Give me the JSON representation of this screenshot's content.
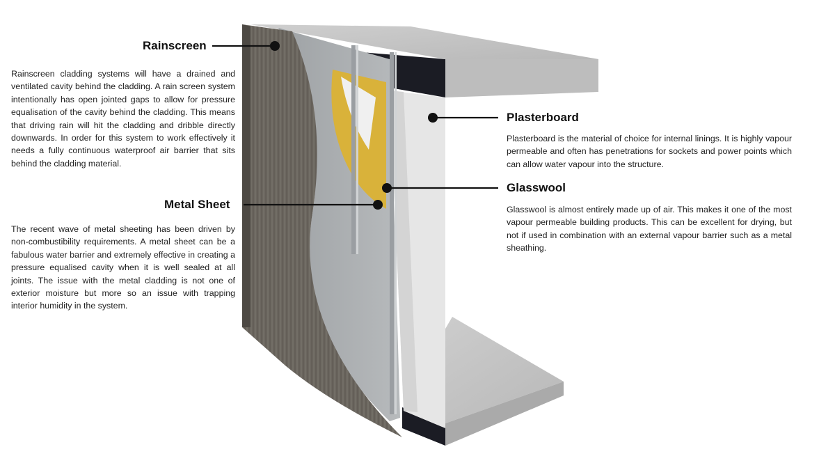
{
  "callouts": {
    "rainscreen": {
      "title": "Rainscreen",
      "body": "Rainscreen cladding systems will have a drained and ventilated cavity behind the cladding. A rain screen system intentionally has open jointed gaps to allow for pressure equalisation of the cavity behind the cladding. This means that driving rain will hit the cladding and dribble directly downwards. In order for this system to work effectively it needs a fully continuous waterproof air barrier that sits behind the cladding material."
    },
    "metal_sheet": {
      "title": "Metal Sheet",
      "body": "The recent wave of metal sheeting has been driven by non-combustibility requirements. A metal sheet can be a fabulous water barrier and extremely effective in creating a pressure equalised cavity when it is well sealed at all joints. The issue with the metal cladding is not one of exterior moisture but more so an issue with trapping interior humidity in the system."
    },
    "plasterboard": {
      "title": "Plasterboard",
      "body": "Plasterboard is the material of choice for internal linings. It is highly vapour permeable and often has penetrations for sockets and power points which can allow water vapour into the structure."
    },
    "glasswool": {
      "title": "Glasswool",
      "body": "Glasswool is almost entirely made up of air. This makes it one of the most vapour permeable building products. This can be excellent for drying, but not if used in combination with an external vapour barrier such as a metal sheathing."
    }
  },
  "colors": {
    "cladding": "#6b665f",
    "metal_sheet": "#a9adb0",
    "insulation": "#d9b23a",
    "plasterboard": "#e6e6e6",
    "slab": "#c4c4c4",
    "edge_band": "#1b1c24",
    "leader": "#111111"
  }
}
